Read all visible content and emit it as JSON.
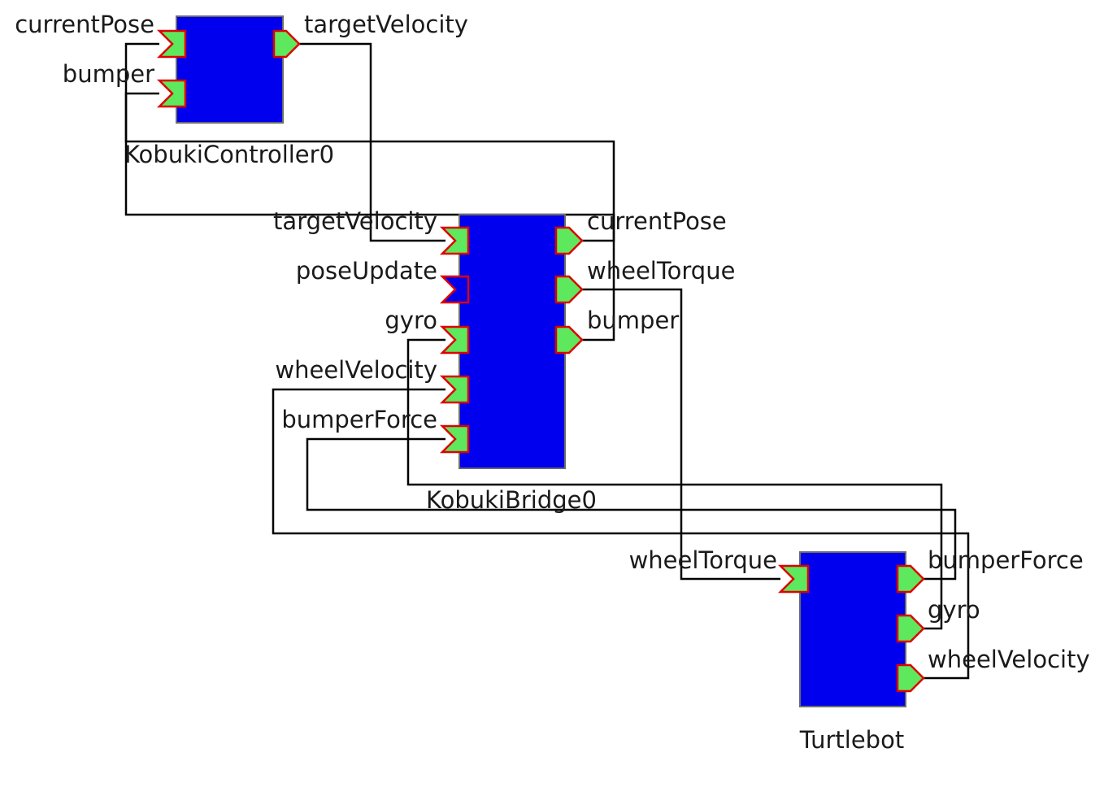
{
  "colors": {
    "block_fill": "#0000ee",
    "port_fill": "#5ee85e",
    "unconnected_port_fill": "#0000ee",
    "port_stroke": "#e00000",
    "wire": "#000000",
    "background": "#ffffff"
  },
  "blocks": {
    "controller": {
      "name": "KobukiController0",
      "inputs": [
        "currentPose",
        "bumper"
      ],
      "outputs": [
        "targetVelocity"
      ]
    },
    "bridge": {
      "name": "KobukiBridge0",
      "inputs": [
        "targetVelocity",
        "poseUpdate",
        "gyro",
        "wheelVelocity",
        "bumperForce"
      ],
      "outputs": [
        "currentPose",
        "wheelTorque",
        "bumper"
      ]
    },
    "turtlebot": {
      "name": "Turtlebot",
      "inputs": [
        "wheelTorque"
      ],
      "outputs": [
        "bumperForce",
        "gyro",
        "wheelVelocity"
      ]
    }
  },
  "connections": [
    {
      "from": "KobukiController0.targetVelocity",
      "to": "KobukiBridge0.targetVelocity"
    },
    {
      "from": "KobukiBridge0.currentPose",
      "to": "KobukiController0.currentPose"
    },
    {
      "from": "KobukiBridge0.bumper",
      "to": "KobukiController0.bumper"
    },
    {
      "from": "KobukiBridge0.wheelTorque",
      "to": "Turtlebot.wheelTorque"
    },
    {
      "from": "Turtlebot.gyro",
      "to": "KobukiBridge0.gyro"
    },
    {
      "from": "Turtlebot.bumperForce",
      "to": "KobukiBridge0.bumperForce"
    },
    {
      "from": "Turtlebot.wheelVelocity",
      "to": "KobukiBridge0.wheelVelocity"
    }
  ]
}
